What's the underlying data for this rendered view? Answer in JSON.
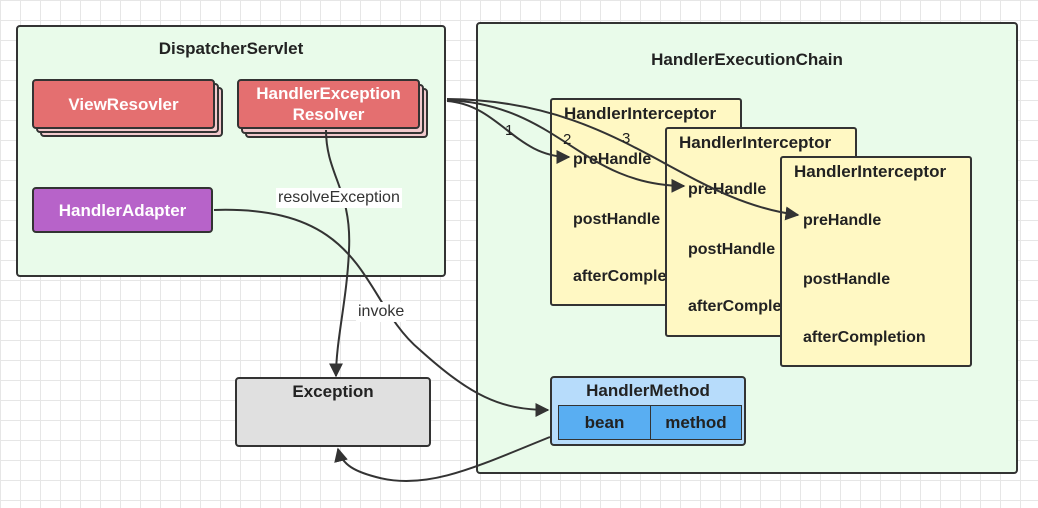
{
  "dispatcher": {
    "title": "DispatcherServlet",
    "view_resolver": "ViewResovler",
    "exception_resolver": "HandlerException\nResolver",
    "handler_adapter": "HandlerAdapter"
  },
  "chain": {
    "title": "HandlerExecutionChain",
    "interceptors": [
      {
        "title": "HandlerInterceptor",
        "items": [
          "preHandle",
          "postHandle",
          "afterComple"
        ]
      },
      {
        "title": "HandlerInterceptor",
        "items": [
          "preHandle",
          "postHandle",
          "afterComple"
        ]
      },
      {
        "title": "HandlerInterceptor",
        "items": [
          "preHandle",
          "postHandle",
          "afterCompletion"
        ]
      }
    ],
    "method": {
      "title": "HandlerMethod",
      "bean": "bean",
      "method": "method"
    }
  },
  "exception": {
    "title": "Exception"
  },
  "labels": {
    "resolve": "resolveException",
    "invoke": "invoke",
    "step1": "1",
    "step2": "2",
    "step3": "3"
  },
  "colors": {
    "container_fill": "#e9fbea",
    "resolver_red": "#e46f70",
    "adapter_purple": "#b763c9",
    "interceptor_yellow": "#fff8c3",
    "method_blue": "#59aef2",
    "exception_gray": "#e0e0e0"
  }
}
